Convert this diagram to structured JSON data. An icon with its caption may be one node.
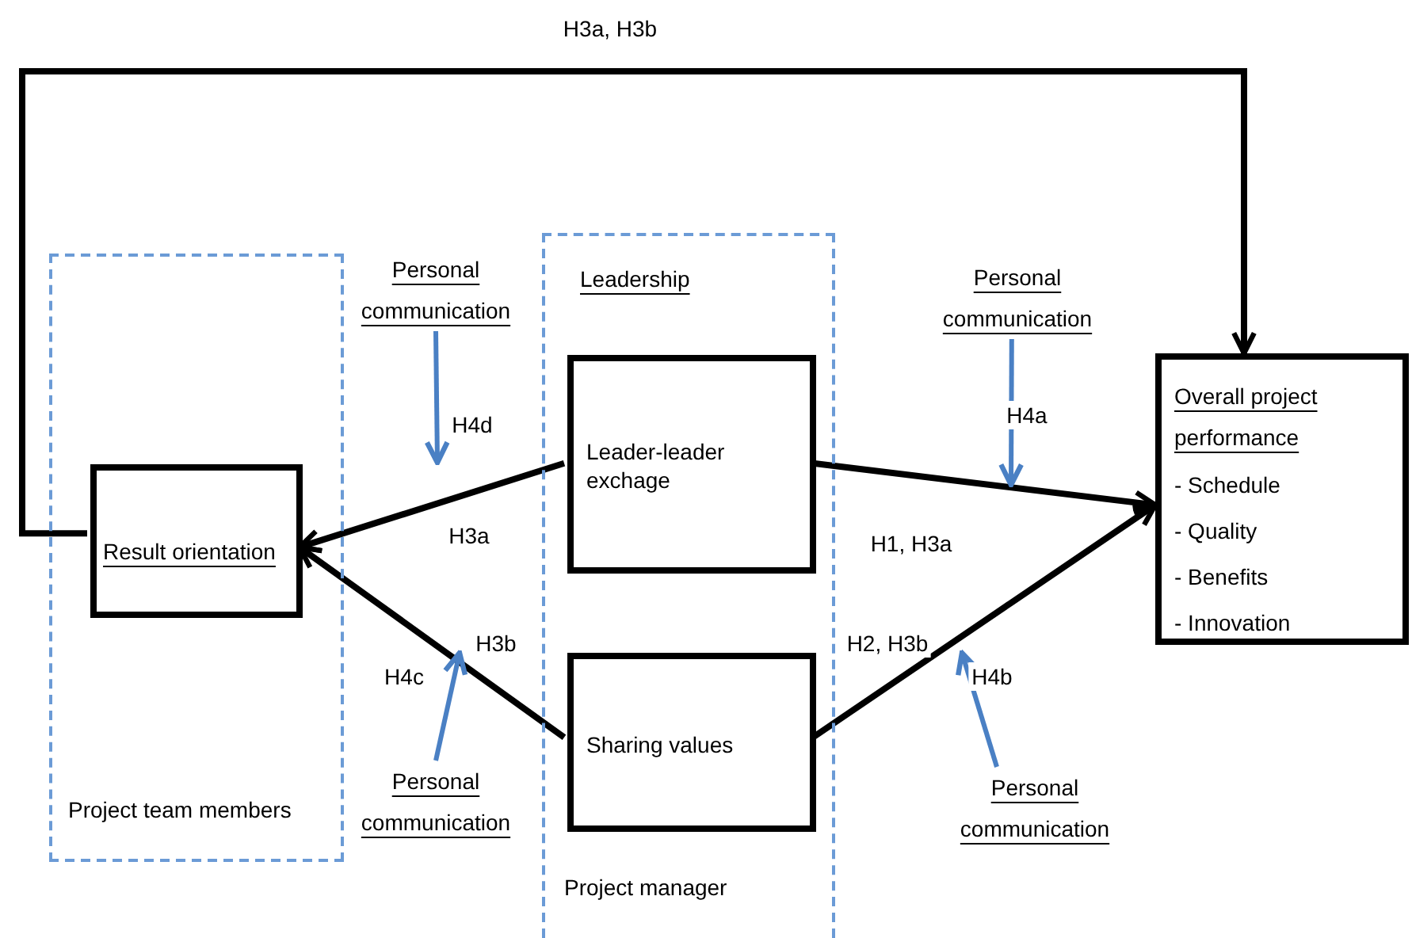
{
  "diagram": {
    "nodes": [
      {
        "text": [
          "Project team members"
        ]
      },
      {
        "text": [
          "Result orientation"
        ],
        "in": 0
      },
      {
        "text": [
          "Leadership",
          "Project manager"
        ]
      },
      {
        "text": [
          "Leader-leader exchage"
        ],
        "in": 2
      },
      {
        "text": [
          "Sharing values"
        ],
        "in": 2
      },
      {
        "text": [
          "Overall project performance",
          "- Schedule",
          "- Quality",
          "- Benefits",
          "- Innovation"
        ]
      },
      {
        "text": [
          "Personal communication"
        ]
      },
      {
        "text": [
          "Personal communication"
        ]
      },
      {
        "text": [
          "Personal communication"
        ]
      },
      {
        "text": [
          "Personal communication"
        ]
      }
    ],
    "edges": [
      {
        "from": 1,
        "to": 5,
        "arrow": "to",
        "label": "H3a, H3b"
      },
      {
        "from": 3,
        "to": 1,
        "arrow": "to",
        "label": "H3a"
      },
      {
        "from": 4,
        "to": 1,
        "arrow": "to",
        "label": "H3b"
      },
      {
        "from": 3,
        "to": 5,
        "arrow": "to",
        "label": "H1, H3a"
      },
      {
        "from": 4,
        "to": 5,
        "arrow": "to",
        "label": "H2, H3b"
      },
      {
        "from": 6,
        "to": null,
        "arrow": "to",
        "label": "H4d",
        "color": "#4a80c4"
      },
      {
        "from": 7,
        "to": null,
        "arrow": "to",
        "label": "H4c",
        "color": "#4a80c4"
      },
      {
        "from": 8,
        "to": null,
        "arrow": "to",
        "label": "H4a",
        "color": "#4a80c4"
      },
      {
        "from": 9,
        "to": null,
        "arrow": "to",
        "label": "H4b",
        "color": "#4a80c4"
      }
    ]
  }
}
